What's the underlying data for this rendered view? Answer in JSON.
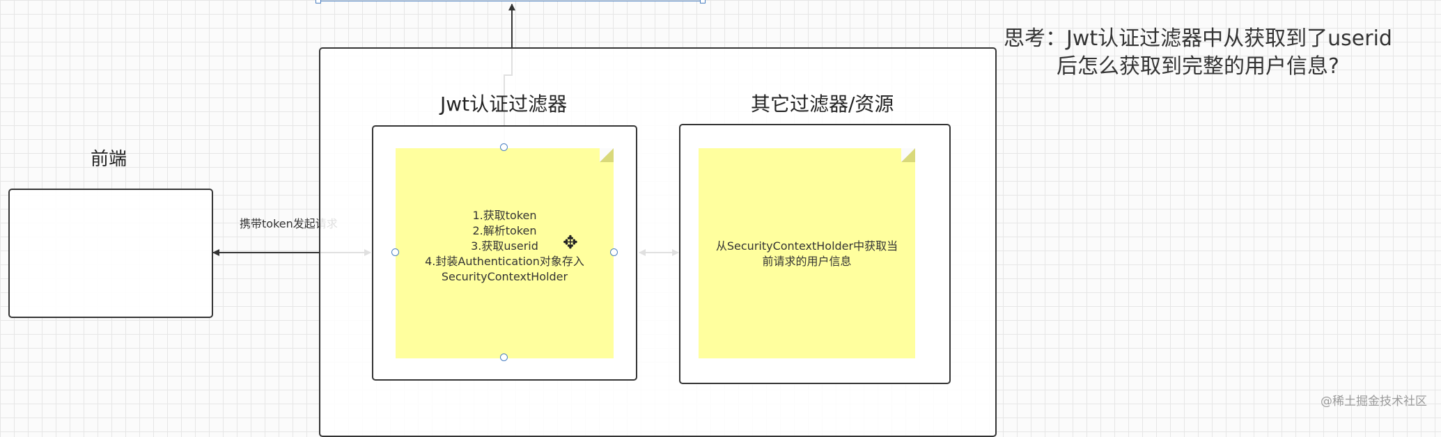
{
  "frontend": {
    "title": "前端"
  },
  "request_label": "携带token发起请求",
  "jwt_filter": {
    "title": "Jwt认证过滤器",
    "steps": "1.获取token\n2.解析token\n3.获取userid\n4.封装Authentication对象存入\nSecurityContextHolder"
  },
  "other_filter": {
    "title": "其它过滤器/资源",
    "note": "从SecurityContextHolder中获取当\n前请求的用户信息"
  },
  "question": "思考：Jwt认证过滤器中从获取到了userid\n后怎么获取到完整的用户信息?",
  "watermark": "@稀土掘金技术社区",
  "colors": {
    "note": "#ffff9e",
    "selection": "#4a7fc1",
    "stroke": "#333333"
  }
}
